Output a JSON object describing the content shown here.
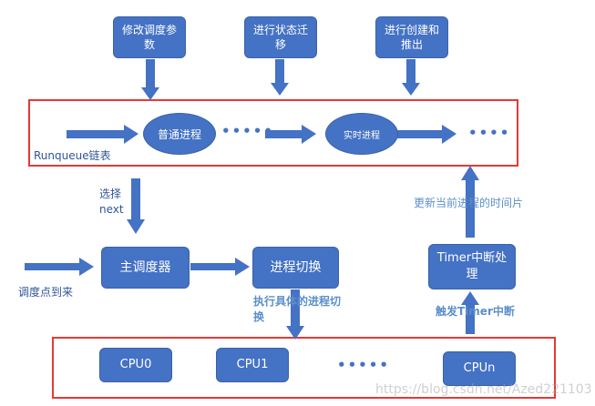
{
  "nodes": {
    "modify_params": "修改调度参数",
    "state_transition": "进行状态迁移",
    "create_exit": "进行创建和推出",
    "normal_process": "普通进程",
    "realtime_process": "实时进程",
    "main_scheduler": "主调度器",
    "process_switch": "进程切换",
    "timer_interrupt": "Timer中断处理",
    "cpu0": "CPU0",
    "cpu1": "CPU1",
    "cpun": "CPUn"
  },
  "labels": {
    "runqueue": "Runqueue链表",
    "select_next": "选择next",
    "update_timeslice": "更新当前进程的时间片",
    "schedule_point": "调度点到来",
    "do_switch": "执行具体的进程切换",
    "trigger_timer": "触发Timer中断"
  },
  "ellipsis": {
    "runqueue_mid": "•••••",
    "runqueue_end": "••••",
    "cpu_mid": "•••••"
  },
  "watermark": "https://blog.csdn.net/Azed221103",
  "colors": {
    "node_fill": "#4472C4",
    "arrow": "#4472C4",
    "frame": "#E53935",
    "label_text": "#2F5597"
  }
}
